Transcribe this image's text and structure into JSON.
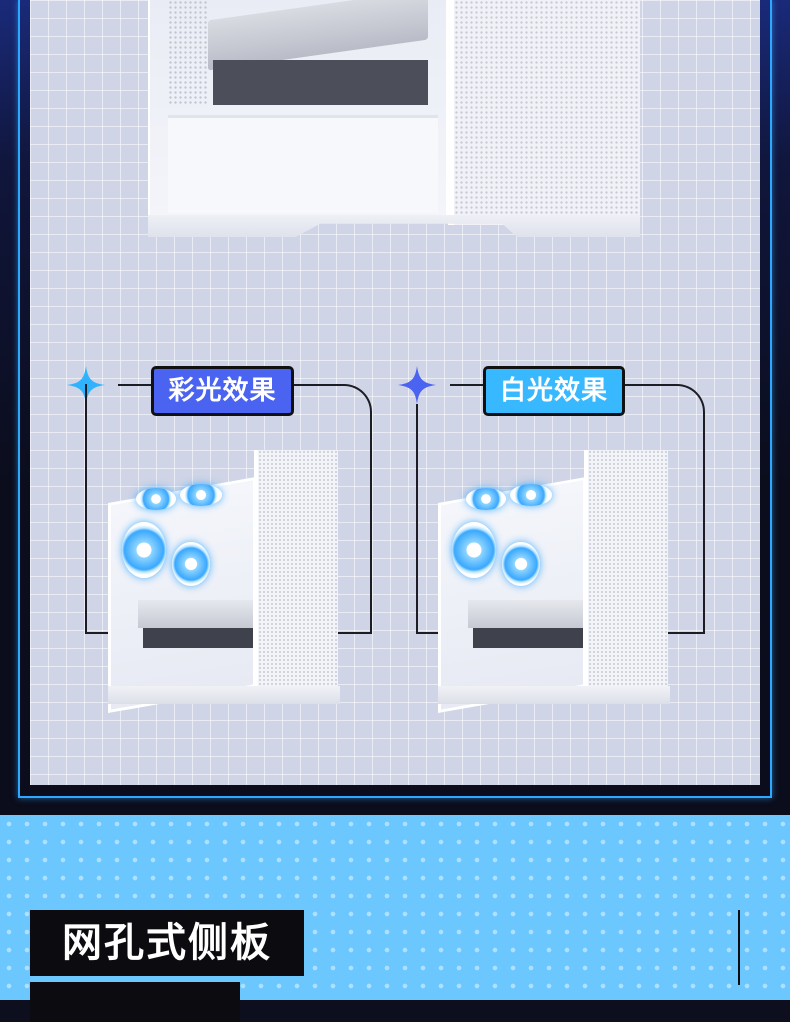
{
  "labels": {
    "color_light": "彩光效果",
    "white_light": "白光效果"
  },
  "feature": {
    "title": "网孔式侧板",
    "subtitle": ""
  },
  "colors": {
    "accent_blue": "#4a63f0",
    "accent_cyan": "#38b8ff",
    "frame_line": "#2ea7ff",
    "bottom_bg": "#6cc7ff"
  },
  "icons": {
    "sparkle": "sparkle-icon"
  }
}
